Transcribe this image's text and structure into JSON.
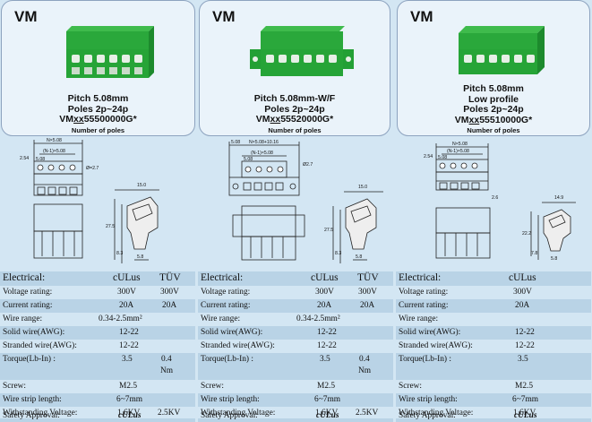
{
  "panels": [
    {
      "series": "VM",
      "pitch": "Pitch 5.08mm",
      "low": "",
      "poles": "Poles  2p~24p",
      "code_pre": "VM",
      "code_xx": "xx",
      "code_post": "55500000G*",
      "np": "Number of poles"
    },
    {
      "series": "VM",
      "pitch": "Pitch 5.08mm-W/F",
      "low": "",
      "poles": "Poles  2p~24p",
      "code_pre": "VM",
      "code_xx": "xx",
      "code_post": "55520000G*",
      "np": "Number of poles"
    },
    {
      "series": "VM",
      "pitch": "Pitch 5.08mm",
      "low": "Low profile",
      "poles": "Poles  2p~24p",
      "code_pre": "VM",
      "code_xx": "xx",
      "code_post": "55510000G*",
      "np": "Number of poles"
    }
  ],
  "dims": [
    {
      "top": "N×5.08",
      "mid": "(N-1)×5.08",
      "left": "2.54",
      "sub": "5.08",
      "hole": "Ø=2.7",
      "w": "15.0",
      "h": "27.5",
      "a": "8.3",
      "b": "5.8"
    },
    {
      "top": "N×5.08+10.16",
      "mid": "(N-1)×5.08",
      "left": "5.08",
      "sub": "5.08",
      "hole": "Ø2.7",
      "w": "15.0",
      "h": "27.5",
      "a": "8.3",
      "b": "5.8"
    },
    {
      "top": "N×5.08",
      "mid": "(N-1)×5.08",
      "left": "2.54",
      "sub": "5.08",
      "hole": "2.6",
      "w": "14.9",
      "h": "22.2",
      "a": "7.8",
      "b": "5.8"
    }
  ],
  "specs": [
    {
      "electrical": "Electrical:",
      "ul": "cULus",
      "tuv": "TÜV",
      "voltage_label": "Voltage rating:",
      "voltage_ul": "300V",
      "voltage_tuv": "300V",
      "current_label": "Current rating:",
      "current_ul": "20A",
      "current_tuv": "20A",
      "wire_label": "Wire range:",
      "wire_val": "0.34-2.5mm²",
      "solid_label": "Solid wire(AWG):",
      "solid": "12-22",
      "stranded_label": "Stranded wire(AWG):",
      "stranded": "12-22",
      "torque_label": "Torque(Lb-In) :",
      "torque_ul": "3.5",
      "torque_tuv": "0.4",
      "torque_unit": "Nm",
      "screw_label": "Screw:",
      "screw": "M2.5",
      "strip_label": "Wire strip length:",
      "strip": "6~7mm",
      "withstand_label": "Withstanding Voltage:",
      "withstand_ul": "1.6KV",
      "withstand_tuv": "2.5KV",
      "safety_label": "Safety Approval:",
      "mark": "cULus"
    },
    {
      "electrical": "Electrical:",
      "ul": "cULus",
      "tuv": "TÜV",
      "voltage_label": "Voltage rating:",
      "voltage_ul": "300V",
      "voltage_tuv": "300V",
      "current_label": "Current rating:",
      "current_ul": "20A",
      "current_tuv": "20A",
      "wire_label": "Wire range:",
      "wire_val": "0.34-2.5mm²",
      "solid_label": "Solid wire(AWG):",
      "solid": "12-22",
      "stranded_label": "Stranded wire(AWG):",
      "stranded": "12-22",
      "torque_label": "Torque(Lb-In) :",
      "torque_ul": "3.5",
      "torque_tuv": "0.4",
      "torque_unit": "Nm",
      "screw_label": "Screw:",
      "screw": "M2.5",
      "strip_label": "Wire strip length:",
      "strip": "6~7mm",
      "withstand_label": "Withstanding Voltage:",
      "withstand_ul": "1.6KV",
      "withstand_tuv": "2.5KV",
      "safety_label": "Safety Approval:",
      "mark": "cULus"
    },
    {
      "electrical": "Electrical:",
      "ul": "cULus",
      "tuv": "",
      "voltage_label": "Voltage rating:",
      "voltage_ul": "300V",
      "voltage_tuv": "",
      "current_label": "Current rating:",
      "current_ul": "20A",
      "current_tuv": "",
      "wire_label": "Wire range:",
      "wire_val": "",
      "solid_label": "Solid wire(AWG):",
      "solid": "12-22",
      "stranded_label": "Stranded wire(AWG):",
      "stranded": "12-22",
      "torque_label": "Torque(Lb-In) :",
      "torque_ul": "3.5",
      "torque_tuv": "",
      "torque_unit": "",
      "screw_label": "Screw:",
      "screw": "M2.5",
      "strip_label": "Wire strip length:",
      "strip": "6~7mm",
      "withstand_label": "Withstanding Voltage:",
      "withstand_ul": "1.6KV",
      "withstand_tuv": "",
      "safety_label": "Safety Approval:",
      "mark": "cULus"
    }
  ]
}
